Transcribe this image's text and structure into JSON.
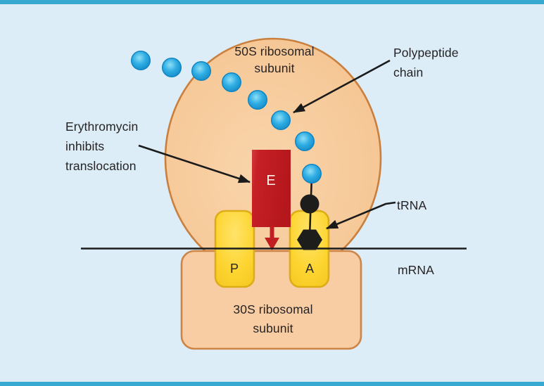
{
  "scene": {
    "background_color": "#dcedf7",
    "accent_bar_color": "#38a9d0"
  },
  "labels": {
    "subunit_50s": "50S ribosomal\nsubunit",
    "subunit_30s": "30S ribosomal\nsubunit",
    "polypeptide": "Polypeptide\nchain",
    "erythromycin": "Erythromycin\ninhibits\ntranslocation",
    "trna": "tRNA",
    "mrna": "mRNA"
  },
  "sites": {
    "e": "E",
    "p": "P",
    "a": "A"
  },
  "colors": {
    "ribosome_fill": "#f6c997",
    "ribosome_stroke": "#c9803f",
    "site_yellow": "#fbd32a",
    "site_yellow_border": "#ddad18",
    "erythromycin_red": "#c41f24",
    "polypeptide_blue": "#29a9e1",
    "ink_black": "#1b1b1b"
  }
}
